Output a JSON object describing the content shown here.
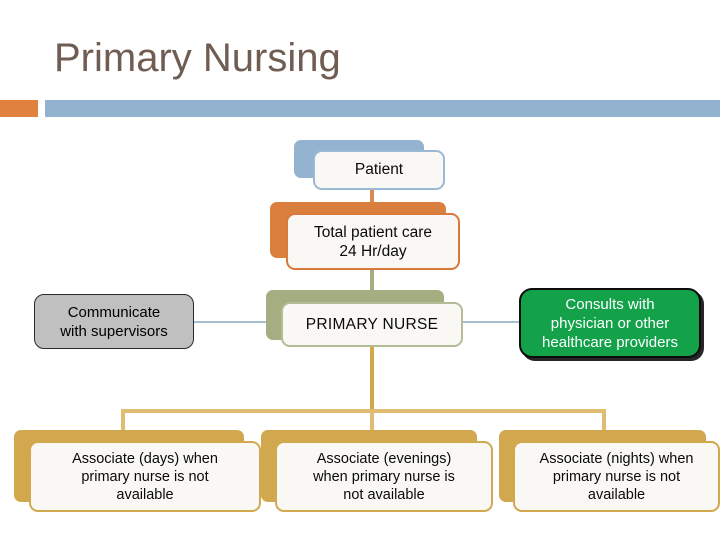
{
  "slide": {
    "title": "Primary Nursing",
    "title_color": "#6F5D53",
    "accent_square_color": "#E0813F",
    "accent_bar_color": "#92B2D0",
    "background_color": "#FFFFFF"
  },
  "diagram": {
    "type": "organization-hierarchy",
    "nodes": {
      "patient": {
        "label": "Patient",
        "fill": "#FAF8F4",
        "border_color": "#9BB9D4",
        "plate_color": "#93B3D1",
        "text_color": "#0A0A0A"
      },
      "total_care": {
        "label": "Total patient care\n24 Hr/day",
        "line1": "Total patient care",
        "line2": "24 Hr/day",
        "fill": "#FAF8F4",
        "border_color": "#D9793B",
        "plate_color": "#DB7F3F",
        "text_color": "#0A0A0A"
      },
      "primary_nurse": {
        "label": "PRIMARY NURSE",
        "fill": "#FAF8F4",
        "border_color": "#B3BC94",
        "plate_color": "#A4AE80",
        "text_color": "#0A0A0A"
      },
      "communicate": {
        "line1": "Communicate",
        "line2": "with supervisors",
        "fill": "#C0C0C0",
        "border_color": "#2B2B2B",
        "text_color": "#000000"
      },
      "consults": {
        "line1": "Consults with",
        "line2": "physician or other",
        "line3": "healthcare providers",
        "fill": "#13A24A",
        "border_color": "#0C0C0C",
        "text_color": "#FFFFFF"
      },
      "associate_days": {
        "line1": "Associate (days) when",
        "line2": "primary nurse is not",
        "line3": "available",
        "fill": "#FAF8F4",
        "border_color": "#D2A84E",
        "plate_color": "#D2A84E",
        "text_color": "#0A0A0A"
      },
      "associate_evenings": {
        "line1": "Associate (evenings)",
        "line2": "when primary nurse is",
        "line3": "not available",
        "fill": "#FAF8F4",
        "border_color": "#D2A84E",
        "plate_color": "#D2A84E",
        "text_color": "#0A0A0A"
      },
      "associate_nights": {
        "line1": "Associate (nights) when",
        "line2": "primary nurse is not",
        "line3": "available",
        "fill": "#FAF8F4",
        "border_color": "#D2A84E",
        "plate_color": "#D2A84E",
        "text_color": "#0A0A0A"
      }
    },
    "connectors": {
      "patient_to_total_color": "#D98B52",
      "total_to_nurse_color": "#A4AE80",
      "lateral_line_color": "#A8BDD2",
      "bus_color": "#DFBE74",
      "nurse_to_bus_color": "#D2A84E"
    }
  }
}
